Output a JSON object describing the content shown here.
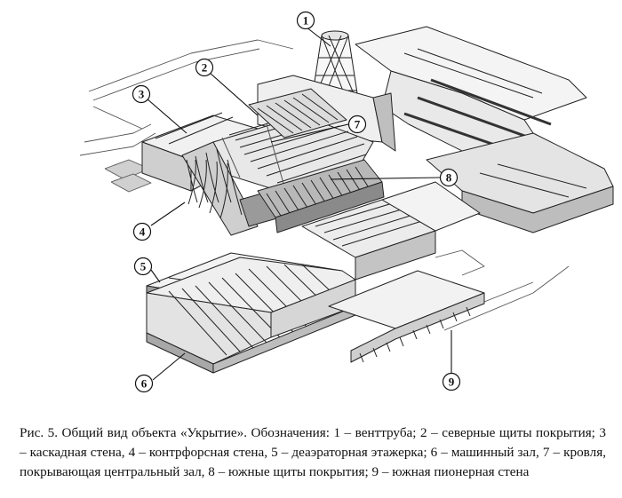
{
  "figure": {
    "callouts": [
      {
        "id": "1",
        "label": "1"
      },
      {
        "id": "2",
        "label": "2"
      },
      {
        "id": "3",
        "label": "3"
      },
      {
        "id": "4",
        "label": "4"
      },
      {
        "id": "5",
        "label": "5"
      },
      {
        "id": "6",
        "label": "6"
      },
      {
        "id": "7",
        "label": "7"
      },
      {
        "id": "8",
        "label": "8"
      },
      {
        "id": "9",
        "label": "9"
      }
    ]
  },
  "caption": "Рис. 5. Общий вид объекта «Укрытие». Обозначения: 1 – венттруба; 2 – северные щиты покрытия; 3 – каскадная стена, 4 – контрфорсная стена, 5 – деаэраторная этажерка; 6 – машинный зал, 7 – кровля, покрывающая центральный зал, 8 – южные щиты покрытия; 9 – южная пионерная стена",
  "colors": {
    "line": "#222222",
    "shade": "#bdbdbd",
    "dark": "#8a8a8a",
    "roof": "#e6e6e6"
  }
}
